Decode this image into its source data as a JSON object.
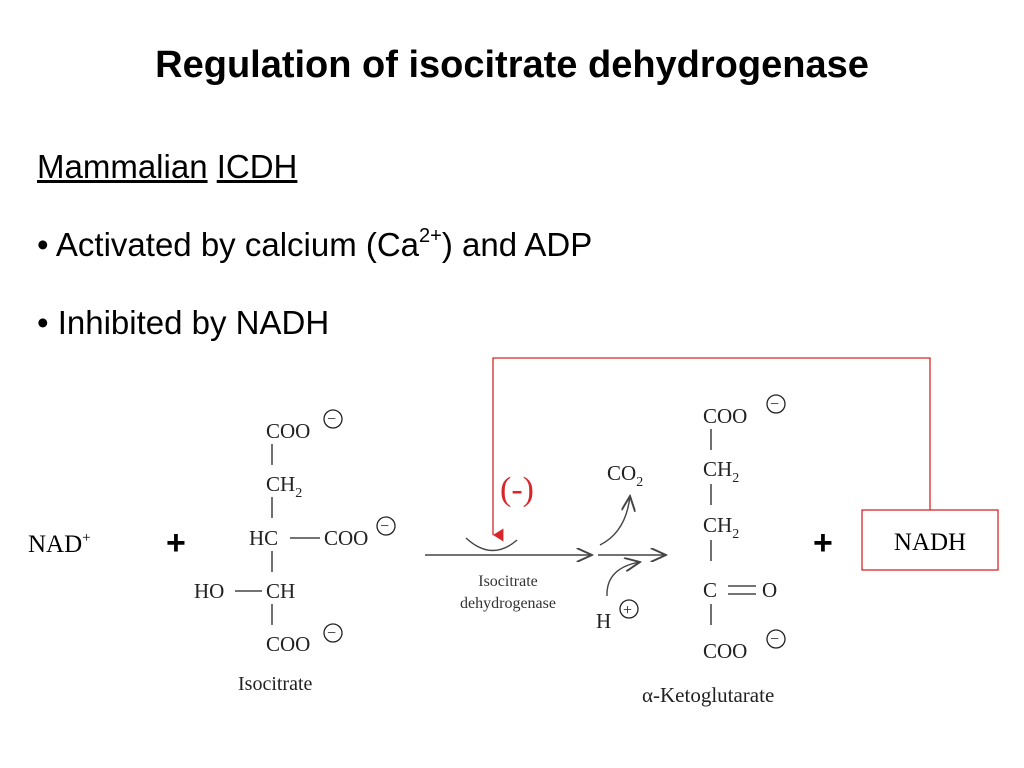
{
  "slide": {
    "title": "Regulation of isocitrate dehydrogenase",
    "subheading": {
      "word1": "Mammalian",
      "word2": "ICDH"
    },
    "bullets": [
      {
        "marker": "•",
        "text_before": " Activated by calcium (Ca",
        "superscript": "2+",
        "text_after": ") and ADP"
      },
      {
        "marker": "•",
        "text": " Inhibited by NAD H"
      }
    ]
  },
  "diagram": {
    "reactant_cofactor": {
      "base": "NAD",
      "superscript": "+"
    },
    "plus_left": "+",
    "plus_right": "+",
    "product_cofactor": "NADH",
    "inhibition_label": "(-)",
    "enzyme_label_line1": "Isocitrate",
    "enzyme_label_line2": "dehydrogenase",
    "co2_label": "CO",
    "co2_subscript": "2",
    "proton_label": "H",
    "proton_charge": "+",
    "isocitrate": {
      "name": "Isocitrate",
      "coo": "COO",
      "ch": "CH",
      "sub2": "2",
      "hc": "HC",
      "ho": "HO",
      "charge": "−"
    },
    "ketoglutarate": {
      "name": "α-Ketoglutarate",
      "coo": "COO",
      "ch": "CH",
      "sub2": "2",
      "c": "C",
      "o": "O",
      "charge": "−"
    },
    "colors": {
      "feedback_line": "#d9262a",
      "arrow": "#444444",
      "text": "#000000"
    }
  }
}
